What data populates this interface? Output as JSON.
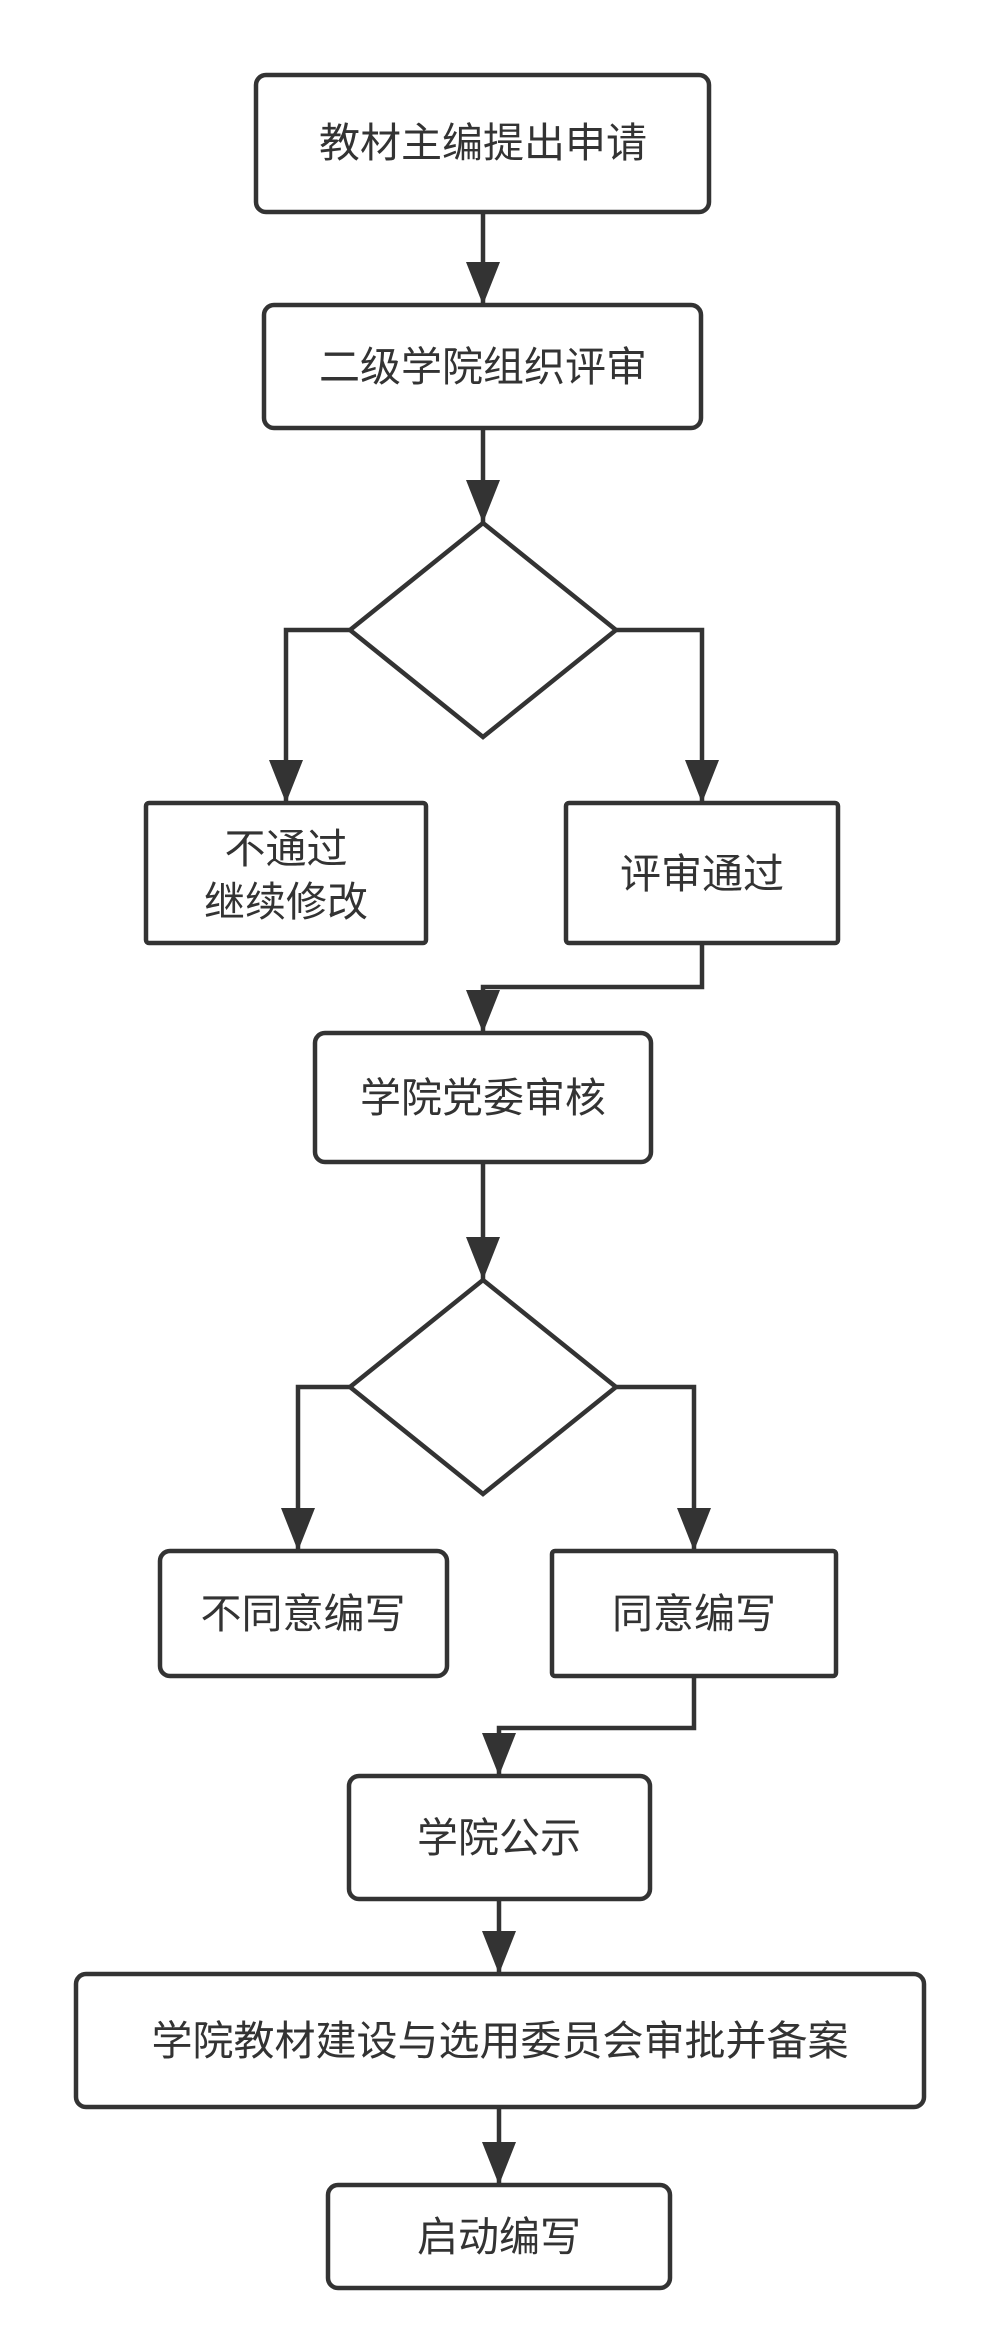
{
  "nodes": {
    "apply": {
      "label": "教材主编提出申请"
    },
    "college_review": {
      "label": "二级学院组织评审"
    },
    "reject_revise": {
      "line1": "不通过",
      "line2": "继续修改"
    },
    "review_pass": {
      "label": "评审通过"
    },
    "party_review": {
      "label": "学院党委审核"
    },
    "disagree": {
      "label": "不同意编写"
    },
    "agree": {
      "label": "同意编写"
    },
    "publicize": {
      "label": "学院公示"
    },
    "committee": {
      "label": "学院教材建设与选用委员会审批并备案"
    },
    "start": {
      "label": "启动编写"
    }
  },
  "colors": {
    "stroke": "#333333",
    "fill": "#ffffff",
    "text": "#333333"
  }
}
